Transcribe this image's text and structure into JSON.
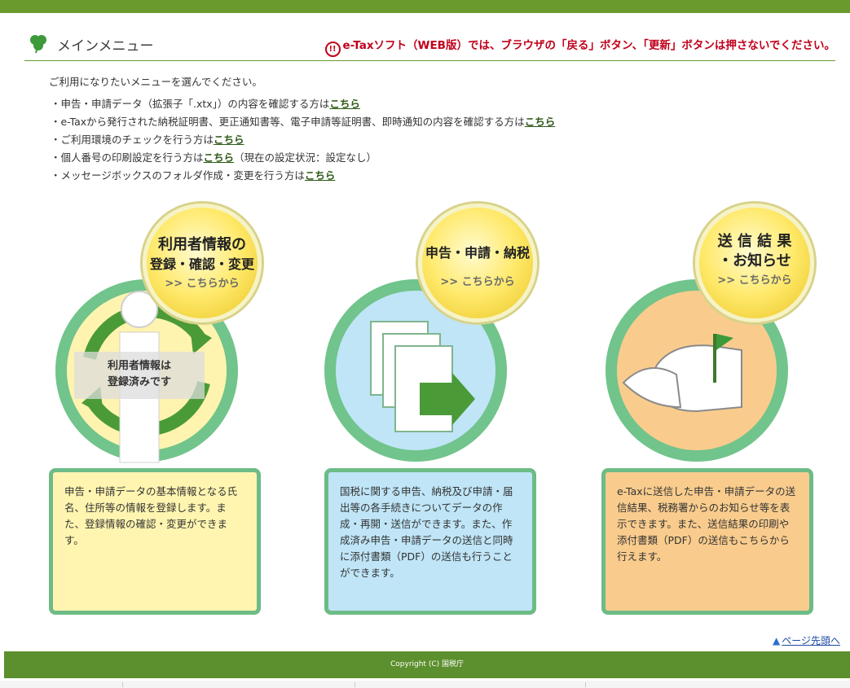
{
  "header": {
    "title": "メインメニュー",
    "warning_icon": "!!",
    "warning": "e-Taxソフト（WEB版）では、ブラウザの「戻る」ボタン、「更新」ボタンは押さないでください。"
  },
  "intro": "ご利用になりたいメニューを選んでください。",
  "links": [
    {
      "text": "・申告・申請データ（拡張子「.xtx」）の内容を確認する方は",
      "link": "こちら",
      "suffix": ""
    },
    {
      "text": "・e-Taxから発行された納税証明書、更正通知書等、電子申請等証明書、即時通知の内容を確認する方は",
      "link": "こちら",
      "suffix": ""
    },
    {
      "text": "・ご利用環境のチェックを行う方は",
      "link": "こちら",
      "suffix": ""
    },
    {
      "text": "・個人番号の印刷設定を行う方は",
      "link": "こちら",
      "suffix": "（現在の設定状況：設定なし）"
    },
    {
      "text": "・メッセージボックスのフォルダ作成・変更を行う方は",
      "link": "こちら",
      "suffix": ""
    }
  ],
  "tiles": [
    {
      "badge_line1": "利用者情報の",
      "badge_line2": "登録・確認・変更",
      "badge_link": ">> こちらから",
      "status_line1": "利用者情報は",
      "status_line2": "登録済みです",
      "description": "申告・申請データの基本情報となる氏名、住所等の情報を登録します。また、登録情報の確認・変更ができます。",
      "color": "#fff5b0"
    },
    {
      "badge_line1": "申告・申請・納税",
      "badge_line2": "",
      "badge_link": ">> こちらから",
      "description": "国税に関する申告、納税及び申請・届出等の各手続きについてデータの作成・再開・送信ができます。また、作成済み申告・申請データの送信と同時に添付書類（PDF）の送信も行うことができます。",
      "color": "#bfe5f7"
    },
    {
      "badge_line1": "送 信 結 果",
      "badge_line2": "・お知らせ",
      "badge_link": ">> こちらから",
      "description": "e-Taxに送信した申告・申請データの送信結果、税務署からのお知らせ等を表示できます。また、送信結果の印刷や添付書類（PDF）の送信もこちらから行えます。",
      "color": "#f9cc8d"
    }
  ],
  "pagetop": "ページ先頭へ",
  "footer": "Copyright (C) 国税庁"
}
